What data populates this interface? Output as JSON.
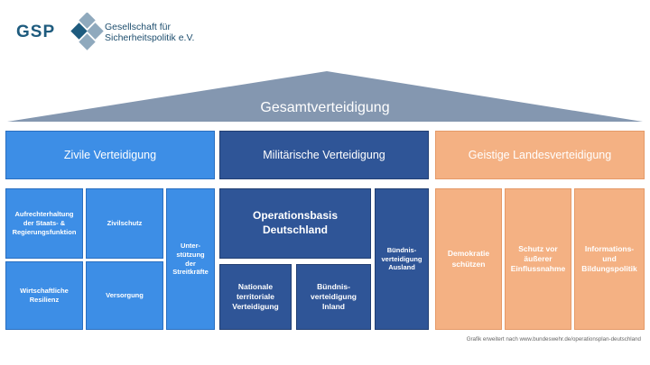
{
  "logo": {
    "abbrev": "GSP",
    "name_line1": "Gesellschaft für",
    "name_line2": "Sicherheitspolitik e.V.",
    "colors": {
      "dark": "#1e5b7e",
      "light": "#8fa9bd"
    }
  },
  "roof": {
    "label": "Gesamtverteidigung",
    "color": "#8497b0"
  },
  "pillars": {
    "civil": {
      "title": "Zivile Verteidigung",
      "items": [
        "Aufrechterhaltung der Staats- & Regierungsfunktion",
        "Zivilschutz",
        "Wirtschaftliche Resilienz",
        "Versorgung",
        "Unter-\nstützung\nder\nStreitkräfte"
      ],
      "color": "#3d8ee6"
    },
    "military": {
      "title": "Militärische Verteidigung",
      "base": "Operationsbasis\nDeutschland",
      "items": [
        "Nationale\nterritoriale\nVerteidigung",
        "Bündnis-\nverteidigung\nInland",
        "Bündnis-\nverteidigung\nAusland"
      ],
      "color": "#2f5597"
    },
    "spiritual": {
      "title": "Geistige Landesverteidigung",
      "items": [
        "Demokratie\nschützen",
        "Schutz vor\näußerer\nEinflussnahme",
        "Informations-\nund\nBildungspolitik"
      ],
      "color": "#f4b183"
    }
  },
  "credit": "Grafik erweitert nach www.bundeswehr.de/operationsplan-deutschland"
}
